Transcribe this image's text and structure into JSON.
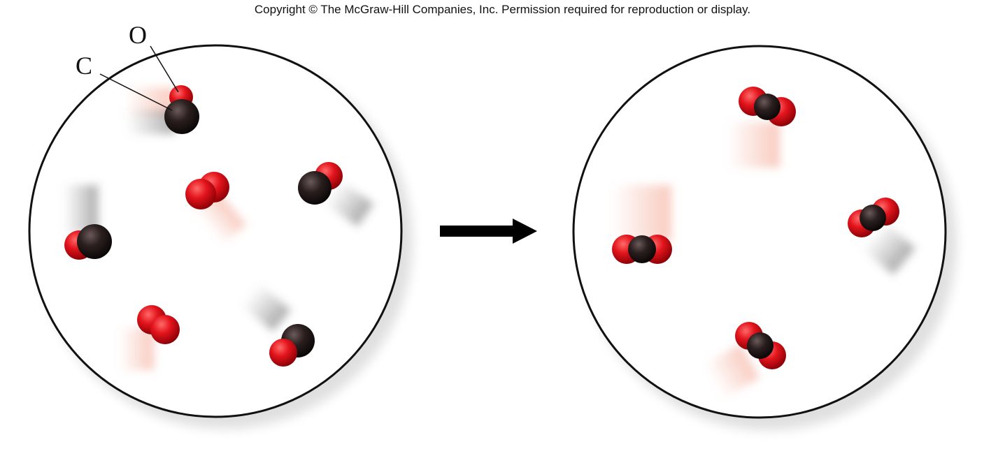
{
  "copyright": "Copyright © The McGraw-Hill Companies, Inc. Permission required for reproduction or display.",
  "labels": {
    "oxygen": "O",
    "carbon": "C"
  },
  "colors": {
    "oxygen": "#d4121b",
    "carbon": "#231a1a",
    "outline": "#111111",
    "arrow": "#000000"
  },
  "reactants": {
    "co_molecules": 4,
    "o2_molecules": 2
  },
  "products": {
    "co2_molecules": 4
  }
}
